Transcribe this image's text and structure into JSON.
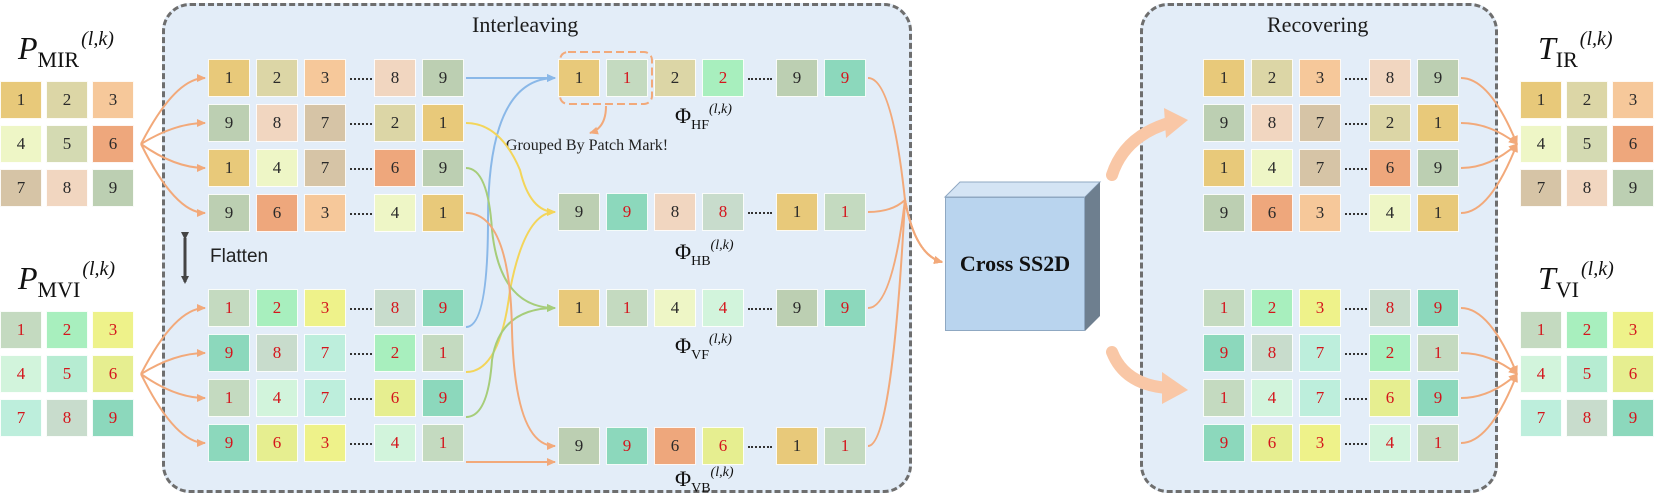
{
  "colors": {
    "orange_line": "#f2a97a",
    "blue_line": "#8ab8e8",
    "yellow_line": "#f3d55a",
    "green_line": "#a6cd7a",
    "red_text": "#d4151c",
    "panel_bg": "#e3edf8",
    "block_front": "#b9d4ee",
    "block_side": "#6e7f8f",
    "palette_ir": {
      "1": "#e8c97a",
      "2": "#dcd6a6",
      "3": "#f6c89a",
      "4": "#eef6c6",
      "5": "#d4dab2",
      "6": "#eea77c",
      "7": "#d6c4a6",
      "8": "#f1d6c0",
      "9": "#bccfb2"
    },
    "palette_vi": {
      "1": "#c4dac0",
      "2": "#a8efbe",
      "3": "#eef28a",
      "4": "#d2f4dc",
      "5": "#b6ecd2",
      "6": "#e6ee90",
      "7": "#bdeedc",
      "8": "#c8dccc",
      "9": "#8cd8bc"
    }
  },
  "icons": {
    "flatten": "double-arrow-icon"
  },
  "panels": {
    "interleaving": {
      "title": "Interleaving"
    },
    "recovering": {
      "title": "Recovering"
    }
  },
  "flatten_label": "Flatten",
  "labels": {
    "p_mir": {
      "base": "P",
      "sub": "MIR",
      "sup": "(l,k)"
    },
    "p_mvi": {
      "base": "P",
      "sub": "MVI",
      "sup": "(l,k)"
    },
    "t_ir": {
      "base": "T",
      "sub": "IR",
      "sup": "(l,k)"
    },
    "t_vi": {
      "base": "T",
      "sub": "VI",
      "sup": "(l,k)"
    }
  },
  "phi": [
    {
      "base": "Φ",
      "sub": "HF",
      "sup": "(l,k)"
    },
    {
      "base": "Φ",
      "sub": "HB",
      "sup": "(l,k)"
    },
    {
      "base": "Φ",
      "sub": "VF",
      "sup": "(l,k)"
    },
    {
      "base": "Φ",
      "sub": "VB",
      "sup": "(l,k)"
    }
  ],
  "annotation": "Grouped By Patch Mark!",
  "block_label": "Cross SS2D",
  "grid_ir": [
    [
      "1",
      "2",
      "3"
    ],
    [
      "4",
      "5",
      "6"
    ],
    [
      "7",
      "8",
      "9"
    ]
  ],
  "grid_vi": [
    [
      "1",
      "2",
      "3"
    ],
    [
      "4",
      "5",
      "6"
    ],
    [
      "7",
      "8",
      "9"
    ]
  ],
  "interleave_rows_ir": [
    {
      "left": [
        "1",
        "2",
        "3"
      ],
      "right": [
        "8",
        "9"
      ]
    },
    {
      "left": [
        "9",
        "8",
        "7"
      ],
      "right": [
        "2",
        "1"
      ]
    },
    {
      "left": [
        "1",
        "4",
        "7"
      ],
      "right": [
        "6",
        "9"
      ]
    },
    {
      "left": [
        "9",
        "6",
        "3"
      ],
      "right": [
        "4",
        "1"
      ]
    }
  ],
  "interleave_rows_vi": [
    {
      "left": [
        "1",
        "2",
        "3"
      ],
      "right": [
        "8",
        "9"
      ]
    },
    {
      "left": [
        "9",
        "8",
        "7"
      ],
      "right": [
        "2",
        "1"
      ]
    },
    {
      "left": [
        "1",
        "4",
        "7"
      ],
      "right": [
        "6",
        "9"
      ]
    },
    {
      "left": [
        "9",
        "6",
        "3"
      ],
      "right": [
        "4",
        "1"
      ]
    }
  ],
  "sequences": [
    {
      "left": [
        [
          "1",
          "ir"
        ],
        [
          "1",
          "vi"
        ],
        [
          "2",
          "ir"
        ],
        [
          "2",
          "vi"
        ]
      ],
      "right": [
        [
          "9",
          "ir"
        ],
        [
          "9",
          "vi"
        ]
      ]
    },
    {
      "left": [
        [
          "9",
          "ir"
        ],
        [
          "9",
          "vi"
        ],
        [
          "8",
          "ir"
        ],
        [
          "8",
          "vi"
        ]
      ],
      "right": [
        [
          "1",
          "ir"
        ],
        [
          "1",
          "vi"
        ]
      ]
    },
    {
      "left": [
        [
          "1",
          "ir"
        ],
        [
          "1",
          "vi"
        ],
        [
          "4",
          "ir"
        ],
        [
          "4",
          "vi"
        ]
      ],
      "right": [
        [
          "9",
          "ir"
        ],
        [
          "9",
          "vi"
        ]
      ]
    },
    {
      "left": [
        [
          "9",
          "ir"
        ],
        [
          "9",
          "vi"
        ],
        [
          "6",
          "ir"
        ],
        [
          "6",
          "vi"
        ]
      ],
      "right": [
        [
          "1",
          "ir"
        ],
        [
          "1",
          "vi"
        ]
      ]
    }
  ]
}
